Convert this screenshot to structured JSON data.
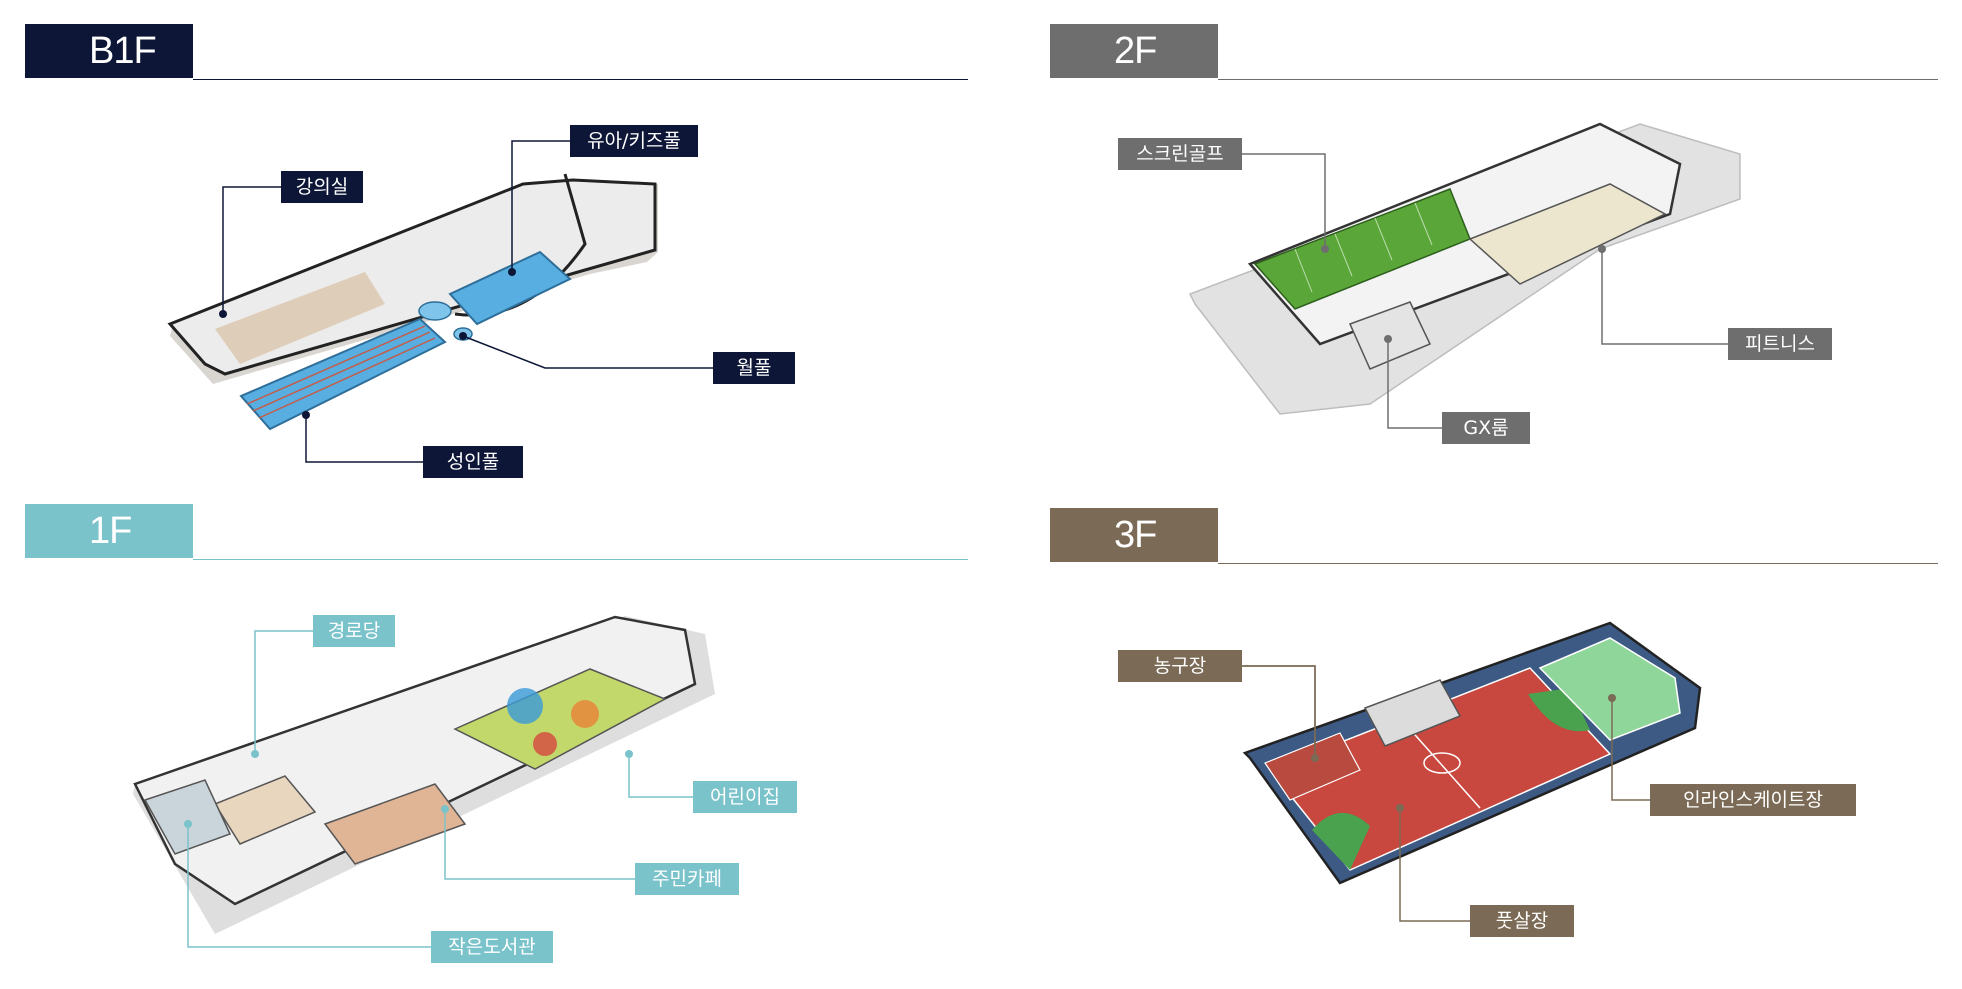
{
  "colors": {
    "b1f": "#0d1637",
    "f1": "#7ac3cb",
    "f2": "#6e6e6e",
    "f3": "#7b6a55",
    "pool": "#58aee0",
    "court_red": "#c8473f",
    "court_green": "#4aa14e",
    "rink_green": "#8fd69b",
    "golf_green": "#5aa638"
  },
  "floors": {
    "b1f": {
      "label": "B1F",
      "callouts": {
        "lecture": "강의실",
        "kids_pool": "유아/키즈풀",
        "whirlpool": "월풀",
        "adult_pool": "성인풀"
      }
    },
    "f1": {
      "label": "1F",
      "callouts": {
        "senior": "경로당",
        "daycare": "어린이집",
        "cafe": "주민카페",
        "library": "작은도서관"
      }
    },
    "f2": {
      "label": "2F",
      "callouts": {
        "golf": "스크린골프",
        "fitness": "피트니스",
        "gx": "GX룸"
      }
    },
    "f3": {
      "label": "3F",
      "callouts": {
        "basketball": "농구장",
        "inline": "인라인스케이트장",
        "futsal": "풋살장"
      }
    }
  }
}
